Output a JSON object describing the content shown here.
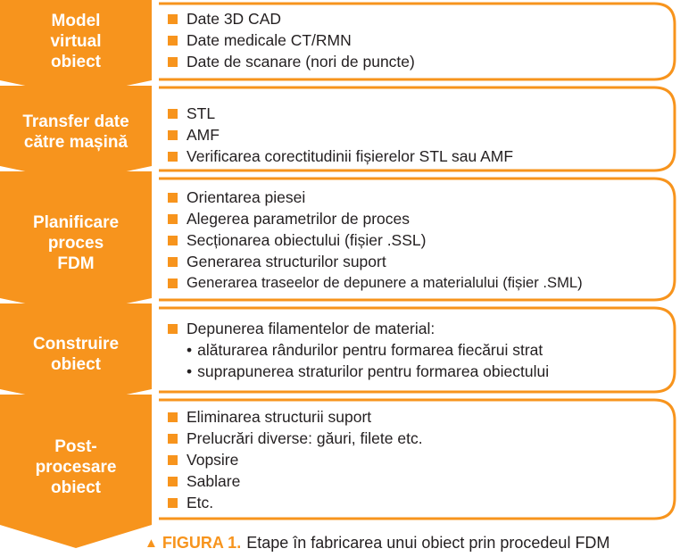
{
  "colors": {
    "accent": "#f7941d",
    "text": "#231f20",
    "label_text": "#ffffff"
  },
  "stages": [
    {
      "label": [
        "Model",
        "virtual",
        "obiect"
      ],
      "items": [
        "Date 3D CAD",
        "Date medicale CT/RMN",
        "Date de scanare (nori de puncte)"
      ]
    },
    {
      "label": [
        "Transfer date",
        "către mașină"
      ],
      "items": [
        "STL",
        "AMF",
        "Verificarea corectitudinii fișierelor STL sau AMF"
      ]
    },
    {
      "label": [
        "Planificare",
        "proces",
        "FDM"
      ],
      "items": [
        "Orientarea piesei",
        "Alegerea parametrilor de proces",
        "Secționarea obiectului (fișier .SSL)",
        "Generarea structurilor suport",
        "Generarea traseelor de depunere a materialului (fișier .SML)"
      ]
    },
    {
      "label": [
        "Construire",
        "obiect"
      ],
      "items": [
        "Depunerea filamentelor de material:"
      ],
      "subitems": [
        "alăturarea rândurilor pentru formarea fiecărui strat",
        "suprapunerea straturilor pentru formarea obiectului"
      ]
    },
    {
      "label": [
        "Post-",
        "procesare",
        "obiect"
      ],
      "items": [
        "Eliminarea structurii suport",
        "Prelucrări diverse: găuri, filete etc.",
        "Vopsire",
        "Sablare",
        "Etc."
      ]
    }
  ],
  "caption": {
    "figure": "FIGURA 1.",
    "text": "Etape în fabricarea unui obiect prin procedeul FDM"
  }
}
